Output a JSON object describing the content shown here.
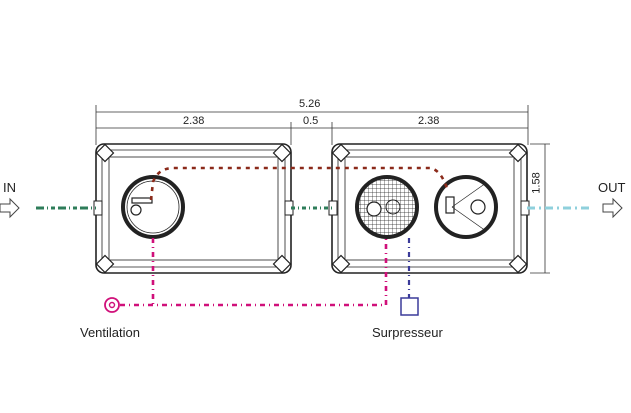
{
  "labels": {
    "inlet": "IN",
    "outlet": "OUT",
    "ventilation": "Ventilation",
    "blower": "Surpresseur"
  },
  "dimensions": {
    "total_length": "5.26",
    "tank1_length": "2.38",
    "gap": "0.5",
    "tank2_length": "2.38",
    "width": "1.58"
  },
  "colors": {
    "inlet_pipe": "#2e7d5a",
    "outlet_pipe": "#8fd0dc",
    "recirculation": "#8b2a1a",
    "ventilation": "#d0107a",
    "air": "#3b3b9a",
    "outline": "#222222"
  }
}
